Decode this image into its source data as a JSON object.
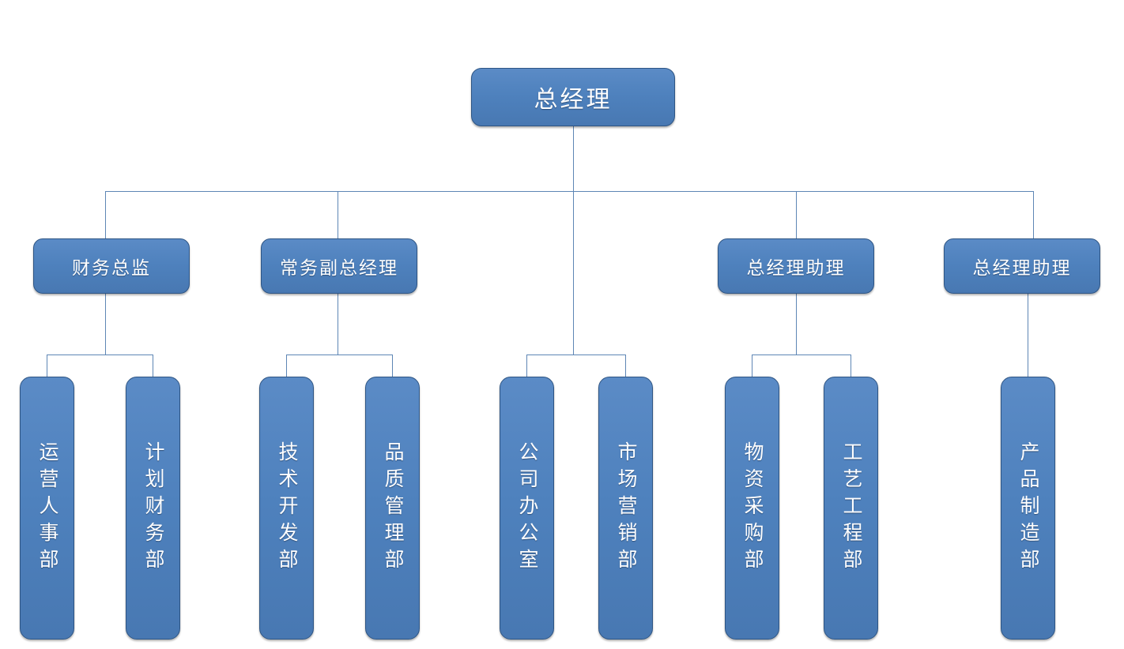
{
  "chart_data": {
    "type": "diagram",
    "diagram_kind": "organization-chart",
    "title": "",
    "orientation": "top-down",
    "levels": 3,
    "colors": {
      "node_fill": "#4E81BD",
      "node_fill_light": "#5B8BC6",
      "node_border": "#2E5584",
      "connector": "#5E86B5",
      "node_text": "#FFFFFF",
      "background": "#FFFFFF"
    },
    "nodes": [
      {
        "id": "gm",
        "label": "总经理",
        "level": 1,
        "parent": null
      },
      {
        "id": "cfo",
        "label": "财务总监",
        "level": 2,
        "parent": "gm"
      },
      {
        "id": "evp",
        "label": "常务副总经理",
        "level": 2,
        "parent": "gm"
      },
      {
        "id": "asst1",
        "label": "总经理助理",
        "level": 2,
        "parent": "gm"
      },
      {
        "id": "asst2",
        "label": "总经理助理",
        "level": 2,
        "parent": "gm"
      },
      {
        "id": "dept-ops",
        "label": "运营人事部",
        "level": 3,
        "parent": "cfo"
      },
      {
        "id": "dept-fin",
        "label": "计划财务部",
        "level": 3,
        "parent": "cfo"
      },
      {
        "id": "dept-tech",
        "label": "技术开发部",
        "level": 3,
        "parent": "evp"
      },
      {
        "id": "dept-qa",
        "label": "品质管理部",
        "level": 3,
        "parent": "evp"
      },
      {
        "id": "dept-off",
        "label": "公司办公室",
        "level": 3,
        "parent": "gm"
      },
      {
        "id": "dept-mkt",
        "label": "市场营销部",
        "level": 3,
        "parent": "gm"
      },
      {
        "id": "dept-proc",
        "label": "物资采购部",
        "level": 3,
        "parent": "asst1"
      },
      {
        "id": "dept-eng",
        "label": "工艺工程部",
        "level": 3,
        "parent": "asst1"
      },
      {
        "id": "dept-mfg",
        "label": "产品制造部",
        "level": 3,
        "parent": "asst2"
      }
    ],
    "edges": [
      {
        "from": "gm",
        "to": "cfo"
      },
      {
        "from": "gm",
        "to": "evp"
      },
      {
        "from": "gm",
        "to": "asst1"
      },
      {
        "from": "gm",
        "to": "asst2"
      },
      {
        "from": "gm",
        "to": "dept-off"
      },
      {
        "from": "gm",
        "to": "dept-mkt"
      },
      {
        "from": "cfo",
        "to": "dept-ops"
      },
      {
        "from": "cfo",
        "to": "dept-fin"
      },
      {
        "from": "evp",
        "to": "dept-tech"
      },
      {
        "from": "evp",
        "to": "dept-qa"
      },
      {
        "from": "asst1",
        "to": "dept-proc"
      },
      {
        "from": "asst1",
        "to": "dept-eng"
      },
      {
        "from": "asst2",
        "to": "dept-mfg"
      }
    ]
  },
  "nodes": {
    "gm": "总经理",
    "cfo": "财务总监",
    "evp": "常务副总经理",
    "asst1": "总经理助理",
    "asst2": "总经理助理",
    "dept_ops": "运营人事部",
    "dept_fin": "计划财务部",
    "dept_tech": "技术开发部",
    "dept_qa": "品质管理部",
    "dept_off": "公司办公室",
    "dept_mkt": "市场营销部",
    "dept_proc": "物资采购部",
    "dept_eng": "工艺工程部",
    "dept_mfg": "产品制造部"
  }
}
